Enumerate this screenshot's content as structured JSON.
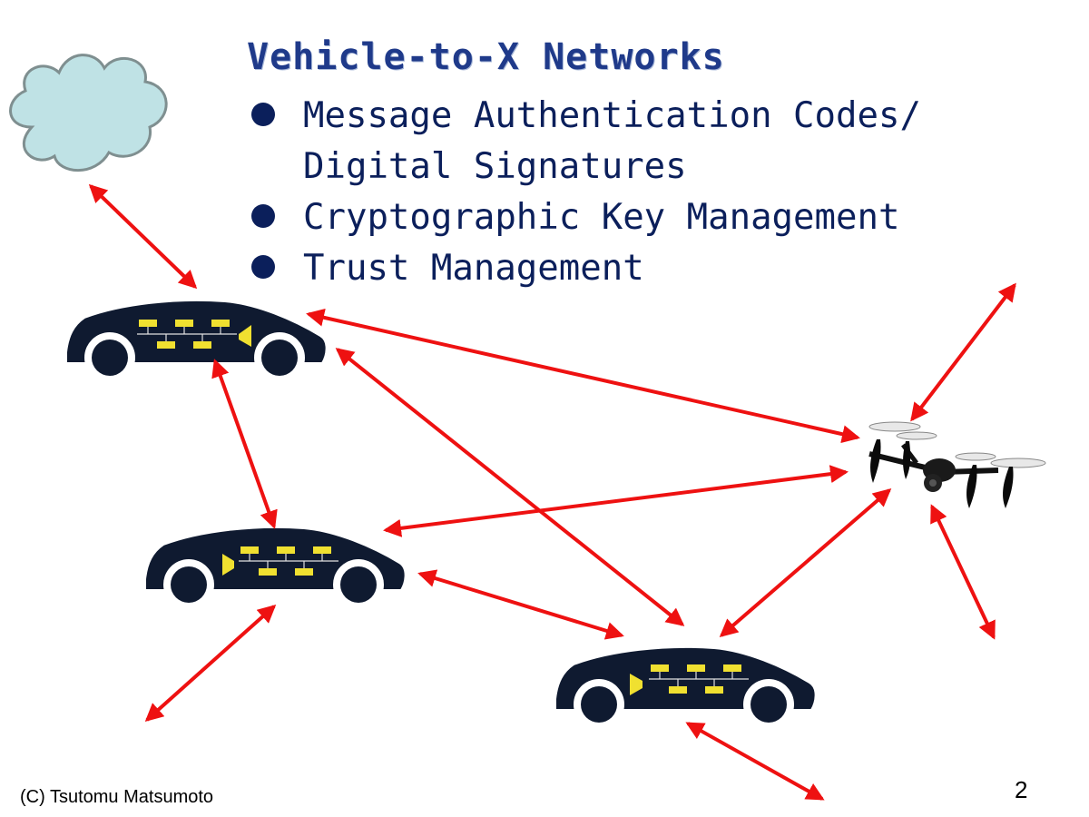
{
  "slide": {
    "title": "Vehicle-to-X Networks",
    "bullets": [
      {
        "lines": [
          "Message Authentication Codes/",
          "Digital Signatures"
        ]
      },
      {
        "lines": [
          "Cryptographic Key Management"
        ]
      },
      {
        "lines": [
          "Trust Management"
        ]
      }
    ],
    "footer": "(C) Tsutomu Matsumoto",
    "page_number": "2"
  },
  "colors": {
    "title": "#1f3a8a",
    "bullet_text": "#0b1f5b",
    "car_body": "#0f1a30",
    "ecu": "#f0e030",
    "link_arrow": "#ee1111",
    "cloud_fill": "#bfe2e5",
    "cloud_stroke": "#7f8f90"
  },
  "diagram": {
    "nodes": [
      {
        "id": "cloud",
        "icon": "cloud-icon"
      },
      {
        "id": "car1",
        "icon": "car-icon"
      },
      {
        "id": "car2",
        "icon": "car-icon"
      },
      {
        "id": "car3",
        "icon": "car-icon"
      },
      {
        "id": "drone",
        "icon": "drone-icon"
      }
    ],
    "links": [
      {
        "from": "cloud",
        "to": "car1"
      },
      {
        "from": "car1",
        "to": "drone"
      },
      {
        "from": "car1",
        "to": "car2"
      },
      {
        "from": "car1",
        "to": "car3"
      },
      {
        "from": "car2",
        "to": "drone"
      },
      {
        "from": "car2",
        "to": "car3"
      },
      {
        "from": "car3",
        "to": "drone"
      },
      {
        "from": "car2",
        "to": "outside"
      },
      {
        "from": "car3",
        "to": "outside"
      },
      {
        "from": "drone",
        "to": "outside"
      },
      {
        "from": "drone",
        "to": "outside"
      }
    ]
  }
}
